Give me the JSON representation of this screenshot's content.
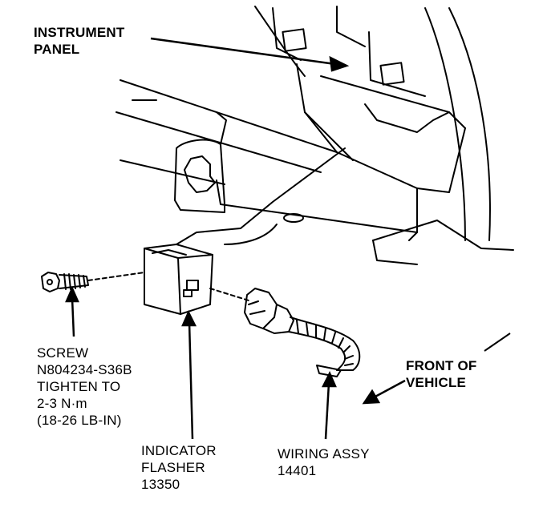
{
  "labels": {
    "instrument_panel": {
      "line1": "INSTRUMENT",
      "line2": "PANEL"
    },
    "screw": {
      "line1": "SCREW",
      "line2": "N804234-S36B",
      "line3": "TIGHTEN TO",
      "line4": "2-3 N·m",
      "line5": "(18-26 LB-IN)"
    },
    "indicator_flasher": {
      "line1": "INDICATOR",
      "line2": "FLASHER",
      "line3": "13350"
    },
    "wiring_assy": {
      "line1": "WIRING ASSY",
      "line2": "14401"
    },
    "front_of_vehicle": {
      "line1": "FRONT OF",
      "line2": "VEHICLE"
    }
  },
  "colors": {
    "ink": "#000000",
    "paper": "#ffffff"
  }
}
